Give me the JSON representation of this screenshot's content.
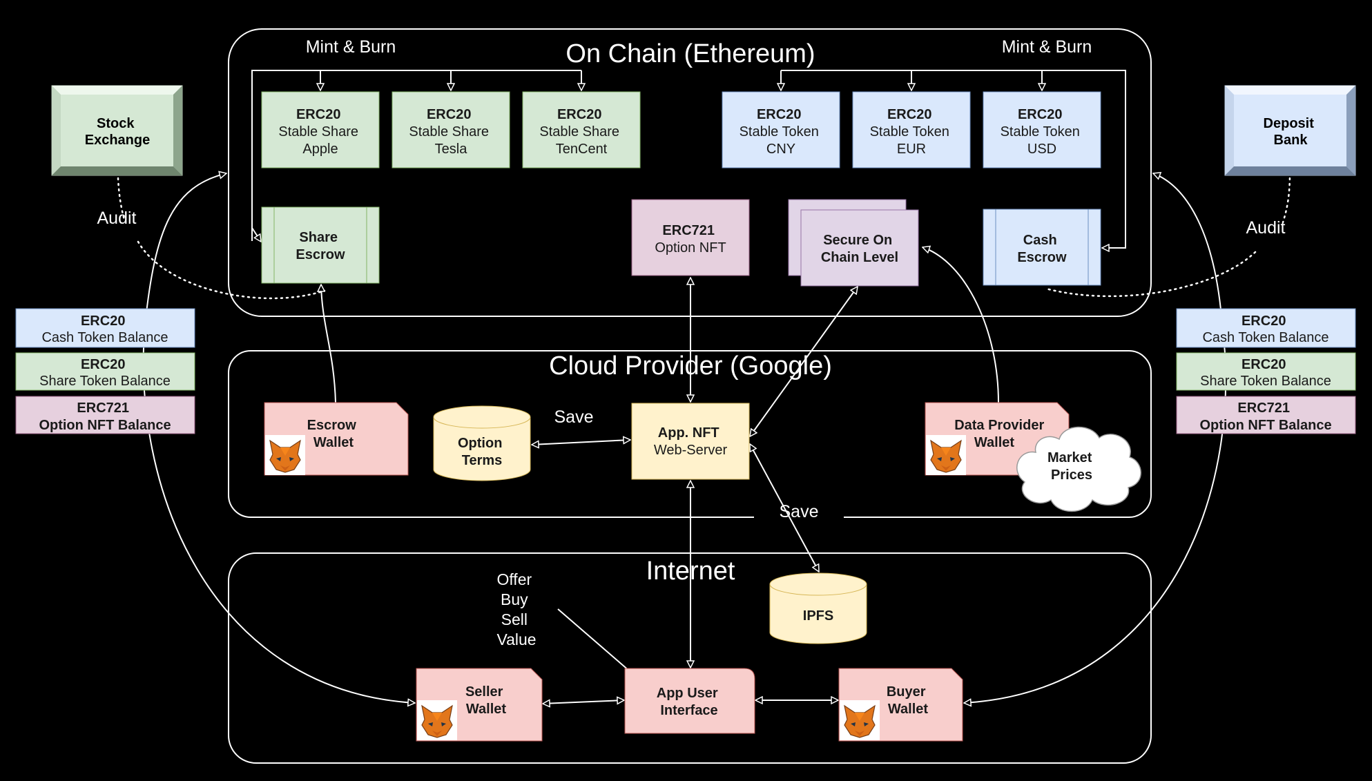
{
  "regions": {
    "on_chain": "On Chain (Ethereum)",
    "cloud": "Cloud Provider (Google)",
    "internet": "Internet"
  },
  "labels": {
    "mint_burn_left": "Mint & Burn",
    "mint_burn_right": "Mint & Burn",
    "audit_left": "Audit",
    "audit_right": "Audit",
    "save_terms": "Save",
    "save_ipfs": "Save",
    "offer": [
      "Offer",
      "Buy",
      "Sell",
      "Value"
    ]
  },
  "external": {
    "stock_exchange": [
      "Stock",
      "Exchange"
    ],
    "deposit_bank": [
      "Deposit",
      "Bank"
    ]
  },
  "tokens": {
    "apple": [
      "ERC20",
      "Stable Share",
      "Apple"
    ],
    "tesla": [
      "ERC20",
      "Stable Share",
      "Tesla"
    ],
    "tencent": [
      "ERC20",
      "Stable Share",
      "TenCent"
    ],
    "cny": [
      "ERC20",
      "Stable Token",
      "CNY"
    ],
    "eur": [
      "ERC20",
      "Stable Token",
      "EUR"
    ],
    "usd": [
      "ERC20",
      "Stable Token",
      "USD"
    ]
  },
  "chain_nodes": {
    "share_escrow": [
      "Share",
      "Escrow"
    ],
    "option_nft": [
      "ERC721",
      "Option NFT"
    ],
    "secure_chain": [
      "Secure On",
      "Chain Level"
    ],
    "cash_escrow": [
      "Cash",
      "Escrow"
    ]
  },
  "cloud_nodes": {
    "escrow_wallet": [
      "Escrow",
      "Wallet"
    ],
    "option_terms": [
      "Option",
      "Terms"
    ],
    "web_server": [
      "App. NFT",
      "Web-Server"
    ],
    "data_provider": [
      "Data Provider",
      "Wallet"
    ],
    "market_prices": [
      "Market",
      "Prices"
    ]
  },
  "internet_nodes": {
    "ipfs": "IPFS",
    "seller_wallet": [
      "Seller",
      "Wallet"
    ],
    "app_ui": [
      "App User",
      "Interface"
    ],
    "buyer_wallet": [
      "Buyer",
      "Wallet"
    ]
  },
  "balances_left": [
    [
      "ERC20",
      "Cash Token Balance"
    ],
    [
      "ERC20",
      "Share Token Balance"
    ],
    [
      "ERC721",
      "Option NFT Balance"
    ]
  ],
  "balances_right": [
    [
      "ERC20",
      "Cash Token Balance"
    ],
    [
      "ERC20",
      "Share Token Balance"
    ],
    [
      "ERC721",
      "Option NFT Balance"
    ]
  ],
  "colors": {
    "green": "#d5e8d4",
    "blue": "#dae8fc",
    "pink": "#f8cecc",
    "purple": "#e1d5e7",
    "yellow": "#fff2cc",
    "pink_light": "#f4cccc",
    "line": "#ffffff"
  }
}
